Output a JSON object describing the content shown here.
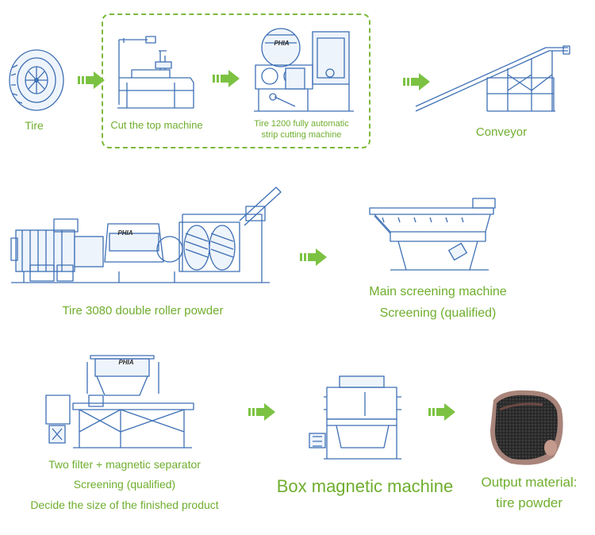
{
  "stages": {
    "tire": "Tire",
    "cut_top": "Cut the top machine",
    "strip_cutting": [
      "Tire 1200 fully automatic",
      "strip cutting machine"
    ],
    "conveyor": "Conveyor",
    "double_roller": "Tire 3080 double roller powder",
    "main_screening": [
      "Main screening machine",
      "Screening (qualified)"
    ],
    "filter_separator": [
      "Two filter + magnetic separator",
      "Screening (qualified)",
      "Decide the size of the finished product"
    ],
    "box_magnetic": "Box magnetic machine",
    "output": [
      "Output material:",
      "tire powder"
    ]
  },
  "brand_logo": "PHIA",
  "colors": {
    "label_green": "#6fae2e",
    "arrow_green": "#7cc242",
    "machine_blue": "#3d6fb5",
    "dash_green": "#7cb83c"
  }
}
